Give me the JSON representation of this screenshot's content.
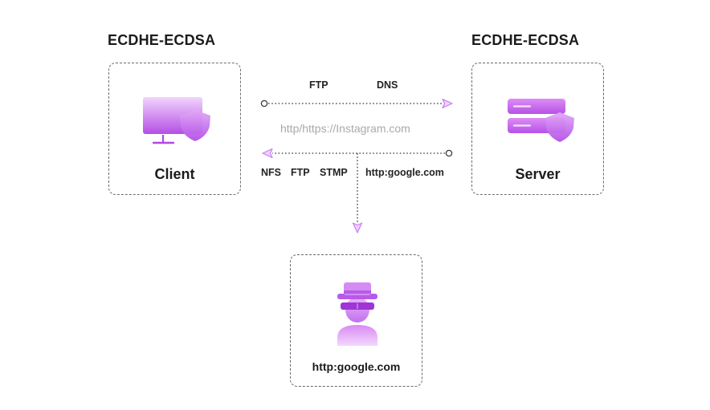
{
  "client": {
    "heading": "ECDHE-ECDSA",
    "label": "Client",
    "icon": "monitor-shield-icon"
  },
  "server": {
    "heading": "ECDHE-ECDSA",
    "label": "Server",
    "icon": "server-shield-icon"
  },
  "attacker": {
    "label": "http:google.com",
    "icon": "spy-person-icon"
  },
  "top_link": {
    "protocols": [
      "FTP",
      "DNS"
    ]
  },
  "middle_text": "http/https://Instagram.com",
  "bottom_link": {
    "protocols": [
      "NFS",
      "FTP",
      "STMP",
      "http:google.com"
    ]
  },
  "colors": {
    "accent": "#c77df2",
    "accent_dark": "#a53fd6",
    "accent_light": "#efd3fb",
    "border": "#6b6b6b",
    "line": "#5a5a5a"
  }
}
